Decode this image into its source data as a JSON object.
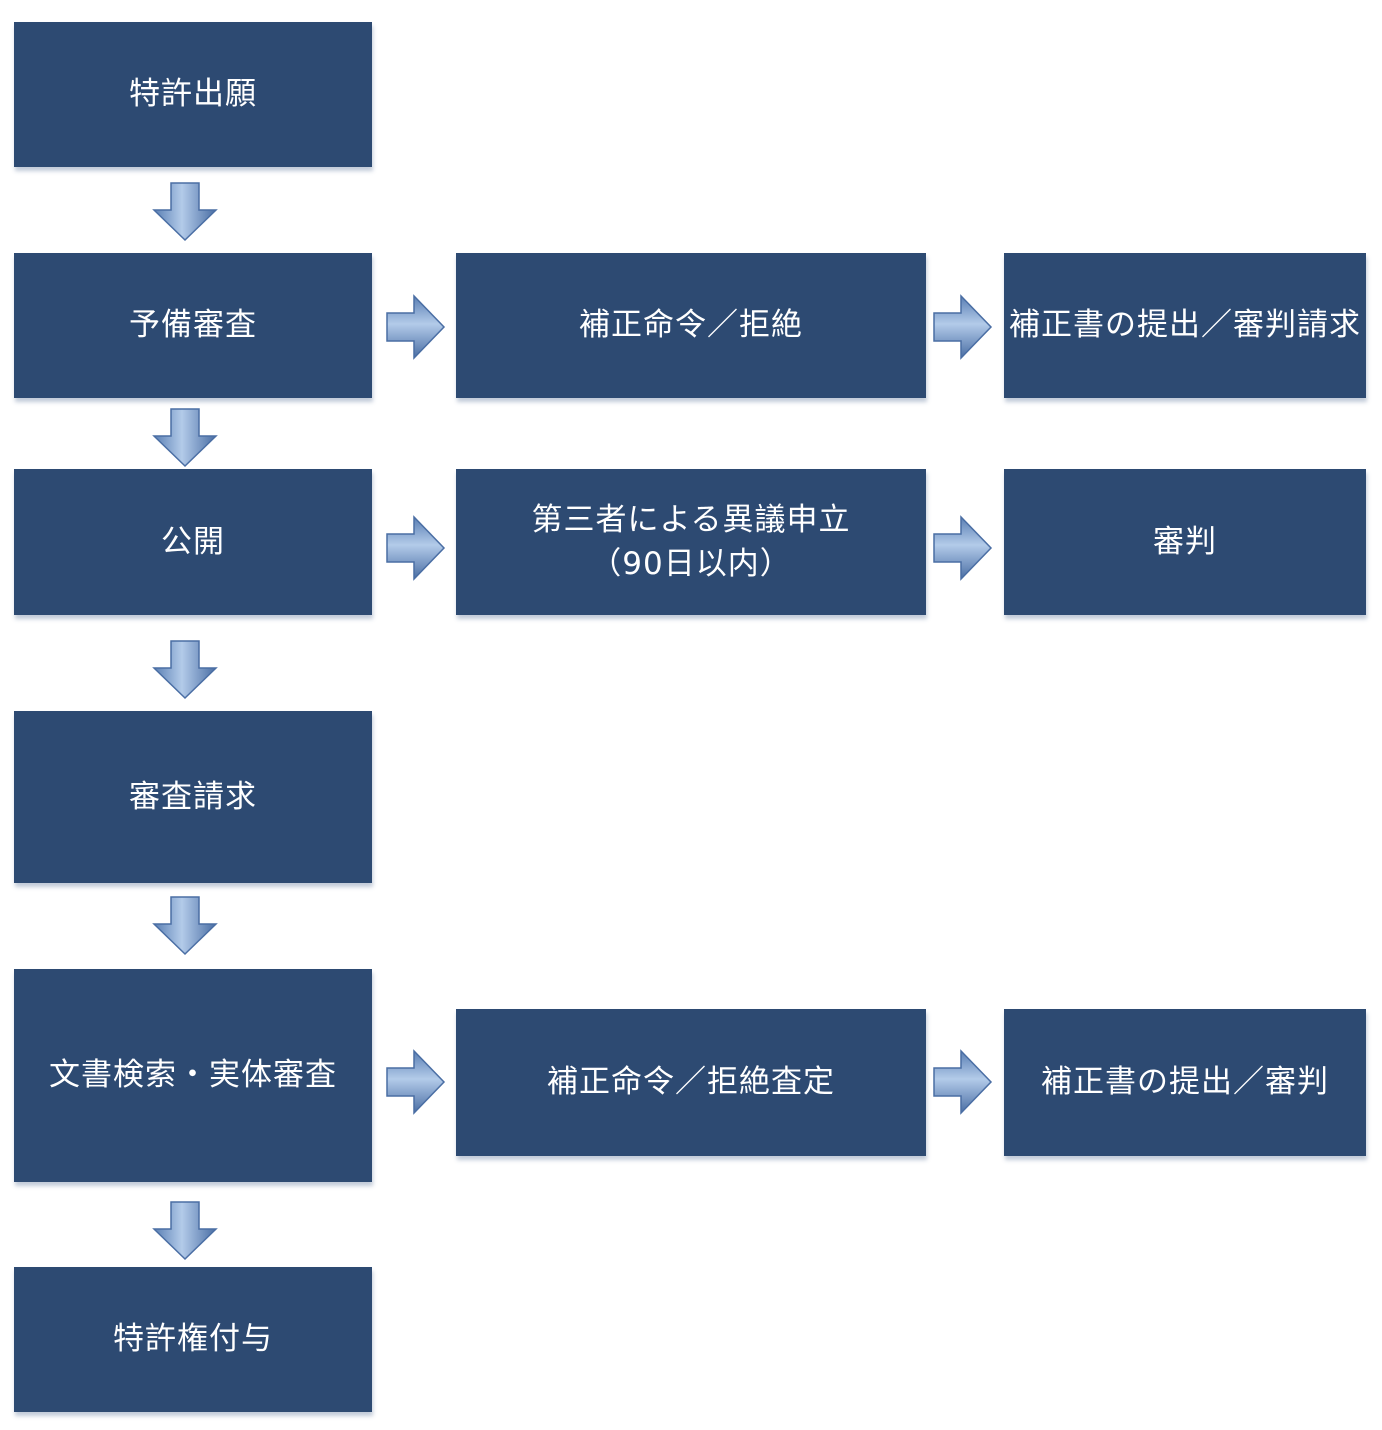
{
  "flow": {
    "application": "特許出願",
    "preliminary_exam": "予備審査",
    "prelim_amend": "補正命令／拒絶",
    "prelim_response": "補正書の提出／審判請求",
    "publication": "公開",
    "opposition_line1": "第三者による異議申立",
    "opposition_line2": "（90日以内）",
    "trial": "審判",
    "exam_request": "審査請求",
    "substantive_exam": "文書検索・実体審査",
    "final_amend": "補正命令／拒絶査定",
    "final_response": "補正書の提出／審判",
    "grant": "特許権付与"
  },
  "colors": {
    "box": "#2d4a72",
    "text": "#ffffff",
    "arrow_light": "#a9c2e2",
    "arrow_dark": "#4d72a8"
  }
}
